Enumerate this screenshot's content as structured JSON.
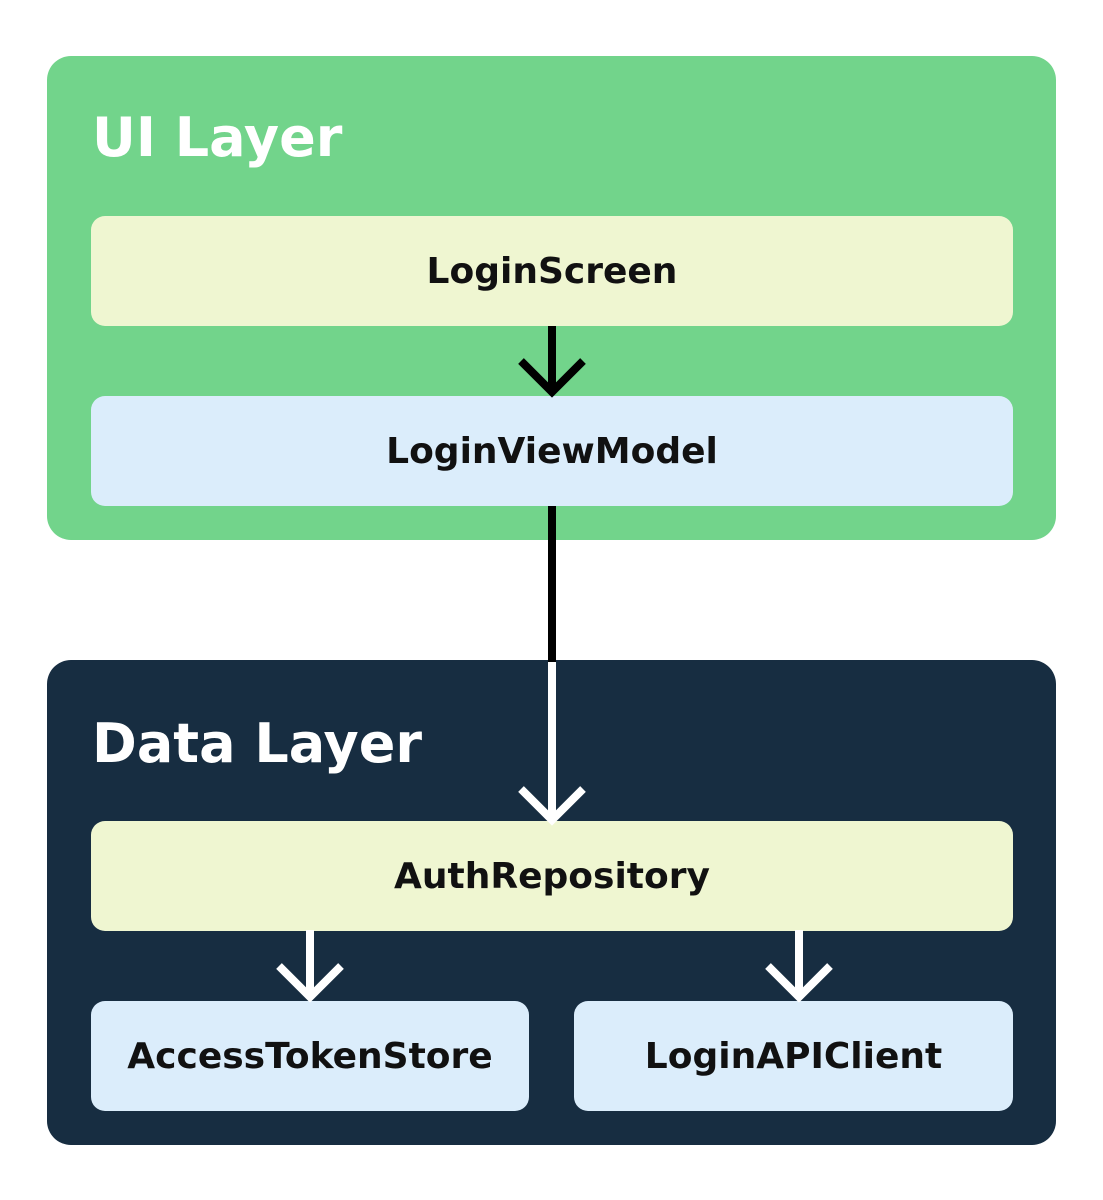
{
  "ui_layer": {
    "title": "UI Layer",
    "color": "#72d48b",
    "components": {
      "login_screen": "LoginScreen",
      "login_view_model": "LoginViewModel"
    }
  },
  "data_layer": {
    "title": "Data Layer",
    "color": "#172d41",
    "components": {
      "auth_repository": "AuthRepository",
      "access_token_store": "AccessTokenStore",
      "login_api_client": "LoginAPIClient"
    }
  },
  "colors": {
    "repository_box": "#eff6d1",
    "component_box": "#dbedfb",
    "arrow_dark": "#000000",
    "arrow_light": "#ffffff"
  }
}
